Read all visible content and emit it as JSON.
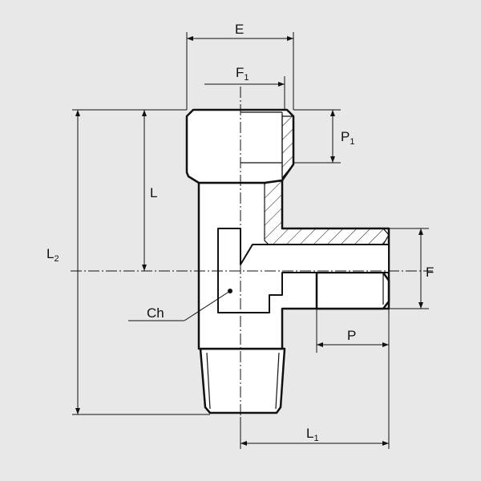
{
  "labels": {
    "E": "E",
    "F1": "F",
    "F1_sub": "1",
    "P1": "P",
    "P1_sub": "1",
    "L": "L",
    "L2": "L",
    "L2_sub": "2",
    "F": "F",
    "Ch": "Ch",
    "P": "P",
    "L1": "L",
    "L1_sub": "1"
  },
  "colors": {
    "background": "#e8e8e8",
    "line": "#111111",
    "part": "#ffffff"
  }
}
